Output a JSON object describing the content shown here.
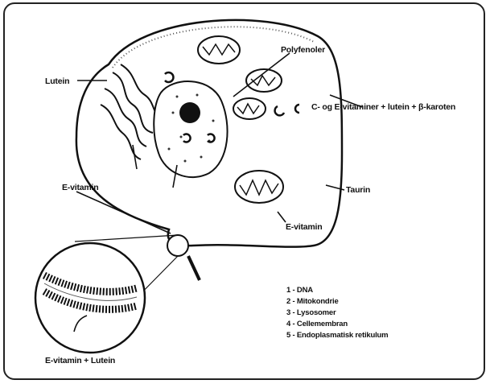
{
  "labels": {
    "lutein": "Lutein",
    "polyfenoler": "Polyfenoler",
    "c_og_e": "C- og E-vitaminer + lutein + β-karoten",
    "e_vitamin_left": "E-vitamin",
    "taurin": "Taurin",
    "e_vitamin_right": "E-vitamin",
    "bottom_caption": "E-vitamin + Lutein"
  },
  "legend": [
    "1 - DNA",
    "2 - Mitokondrie",
    "3 - Lysosomer",
    "4 - Cellemembran",
    "5 - Endoplasmatisk retikulum"
  ],
  "colors": {
    "ink": "#111111",
    "paper": "#ffffff"
  }
}
